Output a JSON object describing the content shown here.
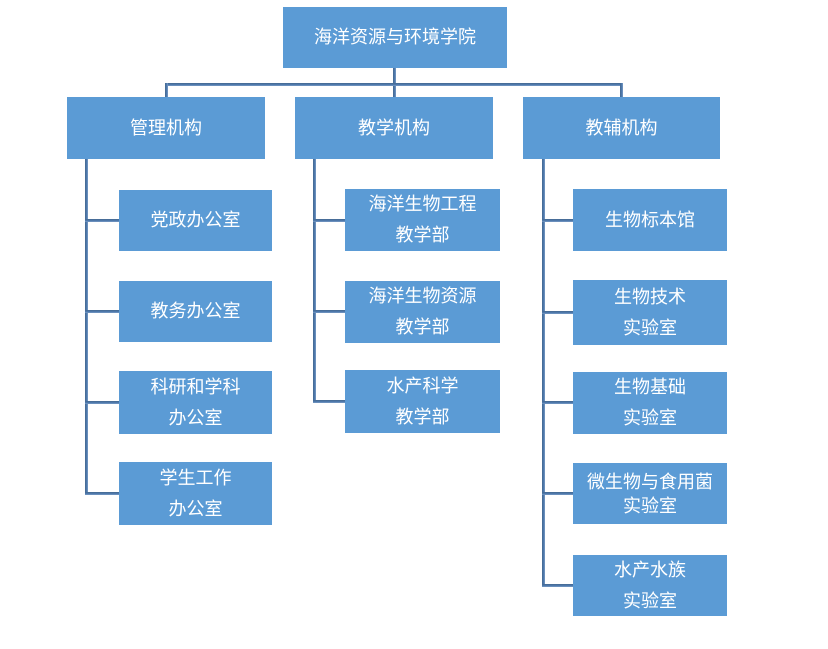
{
  "diagram": {
    "type": "org-chart",
    "root": {
      "label": "海洋资源与环境学院"
    },
    "branches": [
      {
        "label": "管理机构",
        "children": [
          {
            "lines": [
              "党政办公室"
            ]
          },
          {
            "lines": [
              "教务办公室"
            ]
          },
          {
            "lines": [
              "科研和学科",
              "办公室"
            ]
          },
          {
            "lines": [
              "学生工作",
              "办公室"
            ]
          }
        ]
      },
      {
        "label": "教学机构",
        "children": [
          {
            "lines": [
              "海洋生物工程",
              "教学部"
            ]
          },
          {
            "lines": [
              "海洋生物资源",
              "教学部"
            ]
          },
          {
            "lines": [
              "水产科学",
              "教学部"
            ]
          }
        ]
      },
      {
        "label": "教辅机构",
        "children": [
          {
            "lines": [
              "生物标本馆"
            ]
          },
          {
            "lines": [
              "生物技术",
              "实验室"
            ]
          },
          {
            "lines": [
              "生物基础",
              "实验室"
            ]
          },
          {
            "lines": [
              "微生物与食用菌",
              "实验室"
            ]
          },
          {
            "lines": [
              "水产水族",
              "实验室"
            ]
          }
        ]
      }
    ],
    "colors": {
      "node_fill": "#5b9bd5",
      "node_text": "#ffffff",
      "connector": "#4e79ac",
      "background": "#ffffff"
    }
  }
}
